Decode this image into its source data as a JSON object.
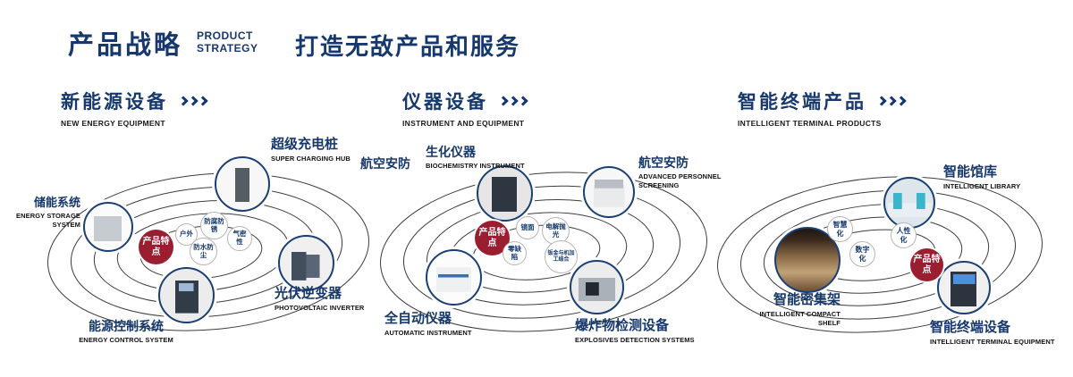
{
  "header": {
    "title": "产品战略",
    "subtitle_line1": "PRODUCT",
    "subtitle_line2": "STRATEGY",
    "tagline": "打造无敌产品和服务"
  },
  "badge_label": "产品特点",
  "sections": [
    {
      "title": "新能源设备",
      "subtitle": "NEW ENERGY EQUIPMENT",
      "features": [
        "户外",
        "防腐防锈",
        "气密性",
        "防水防尘"
      ],
      "products": [
        {
          "name": "储能系统",
          "en": "ENERGY STORAGE SYSTEM"
        },
        {
          "name": "超级充电桩",
          "en": "SUPER CHARGING HUB"
        },
        {
          "name": "光伏逆变器",
          "en": "PHOTOVOLTAIC INVERTER"
        },
        {
          "name": "能源控制系统",
          "en": "ENERGY CONTROL SYSTEM"
        }
      ]
    },
    {
      "title": "仪器设备",
      "subtitle": "INSTRUMENT AND EQUIPMENT",
      "extra_label": "航空安防",
      "features": [
        "镜面",
        "电解抛光",
        "零缺陷",
        "钣金与机加工结合"
      ],
      "products": [
        {
          "name": "生化仪器",
          "en": "BIOCHEMISTRY INSTRUMENT"
        },
        {
          "name": "航空安防",
          "en": "ADVANCED PERSONNEL SCREENING"
        },
        {
          "name": "全自动仪器",
          "en": "AUTOMATIC INSTRUMENT"
        },
        {
          "name": "爆炸物检测设备",
          "en": "EXPLOSIVES DETECTION SYSTEMS"
        }
      ]
    },
    {
      "title": "智能终端产品",
      "subtitle": "INTELLIGENT TERMINAL PRODUCTS",
      "features": [
        "智慧化",
        "人性化",
        "数字化"
      ],
      "products": [
        {
          "name": "智能馆库",
          "en": "INTELLIGENT LIBRARY"
        },
        {
          "name": "智能密集架",
          "en": "INTELLIGENT COMPACT SHELF"
        },
        {
          "name": "智能终端设备",
          "en": "INTELLIGENT TERMINAL EQUIPMENT"
        }
      ]
    }
  ],
  "colors": {
    "navy": "#16386c",
    "badge_red": "#9b1d30"
  }
}
